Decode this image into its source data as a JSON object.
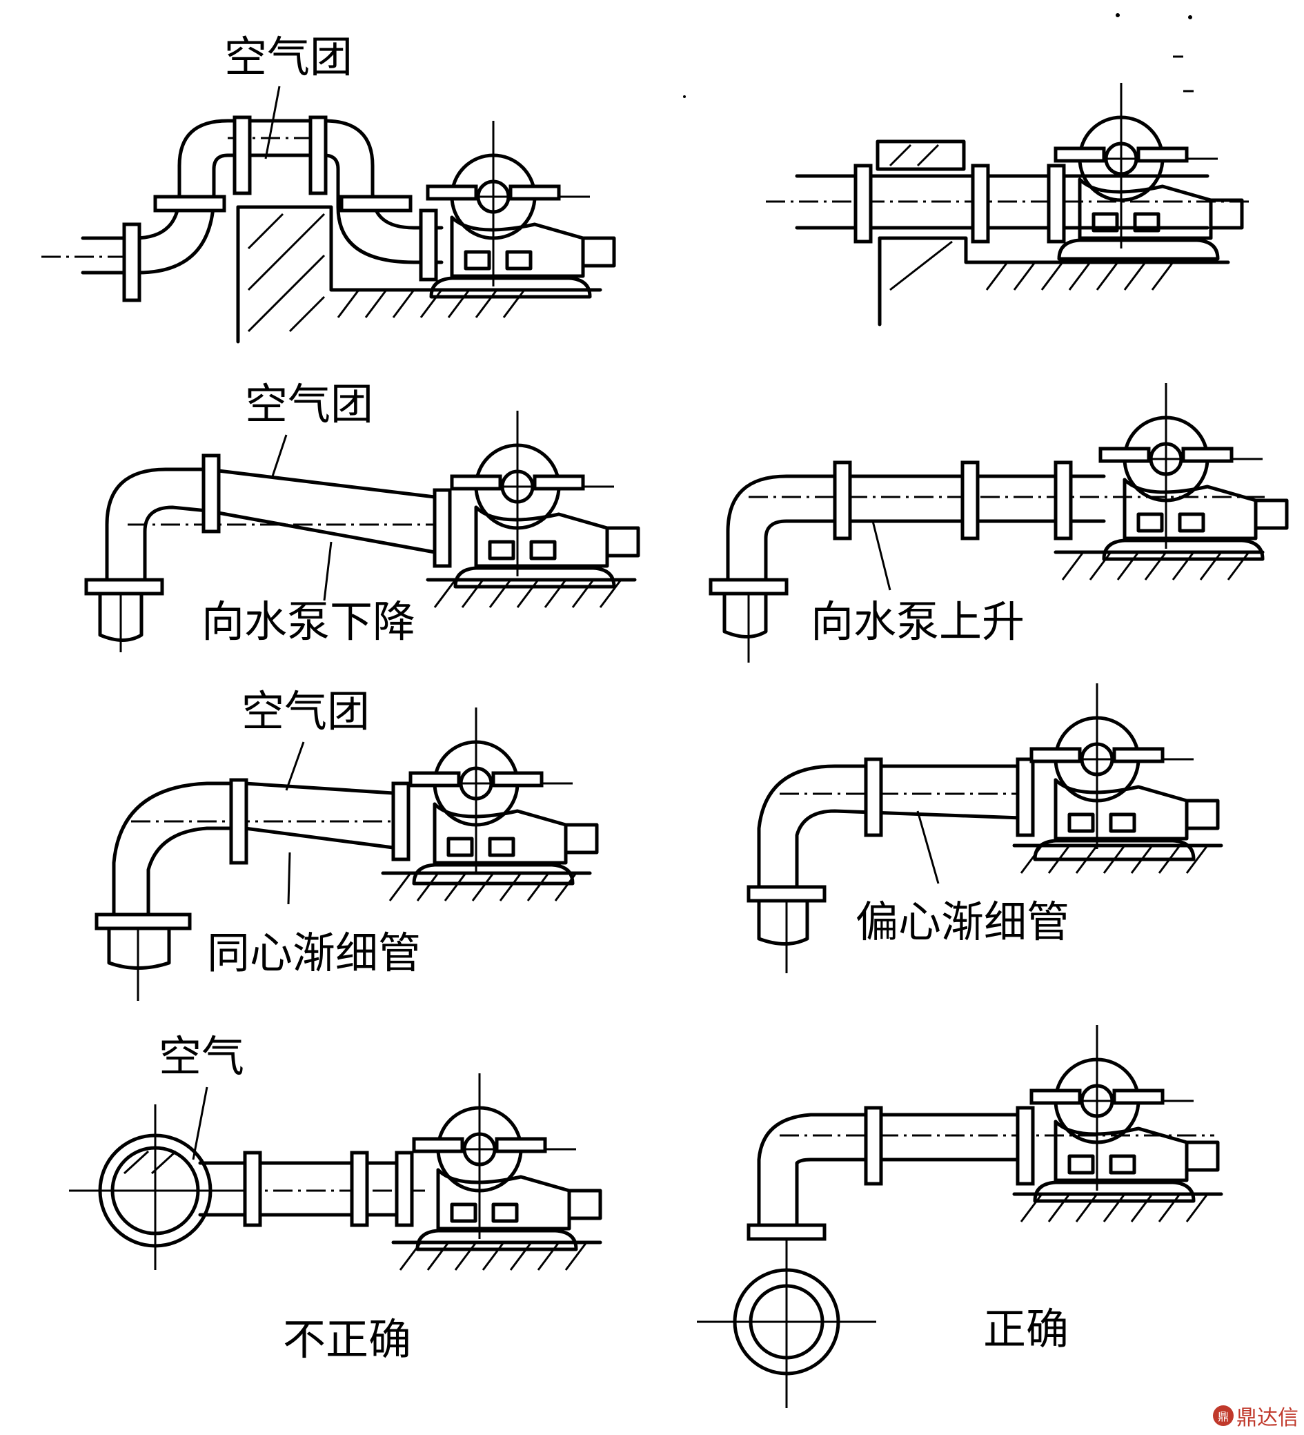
{
  "labels": {
    "air_mass": "空气团",
    "air": "空气",
    "descend_to_pump": "向水泵下降",
    "ascend_to_pump": "向水泵上升",
    "concentric_reducer": "同心渐细管",
    "eccentric_reducer": "偏心渐细管",
    "incorrect": "不正确",
    "correct": "正确"
  },
  "watermark": {
    "text": "鼎达信",
    "color": "#c0392b"
  }
}
